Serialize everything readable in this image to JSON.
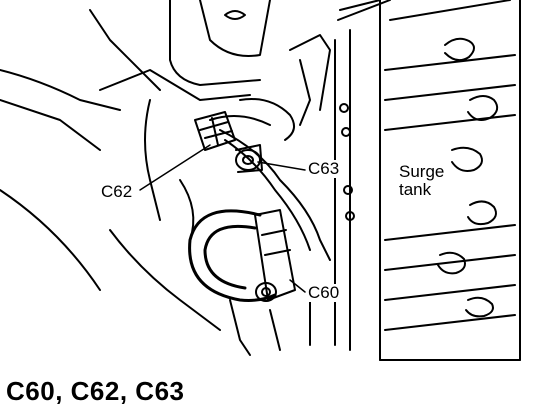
{
  "labels": {
    "c62": "C62",
    "c63": "C63",
    "c60": "C60",
    "surge_line1": "Surge",
    "surge_line2": "tank"
  },
  "caption": "C60, C62, C63"
}
